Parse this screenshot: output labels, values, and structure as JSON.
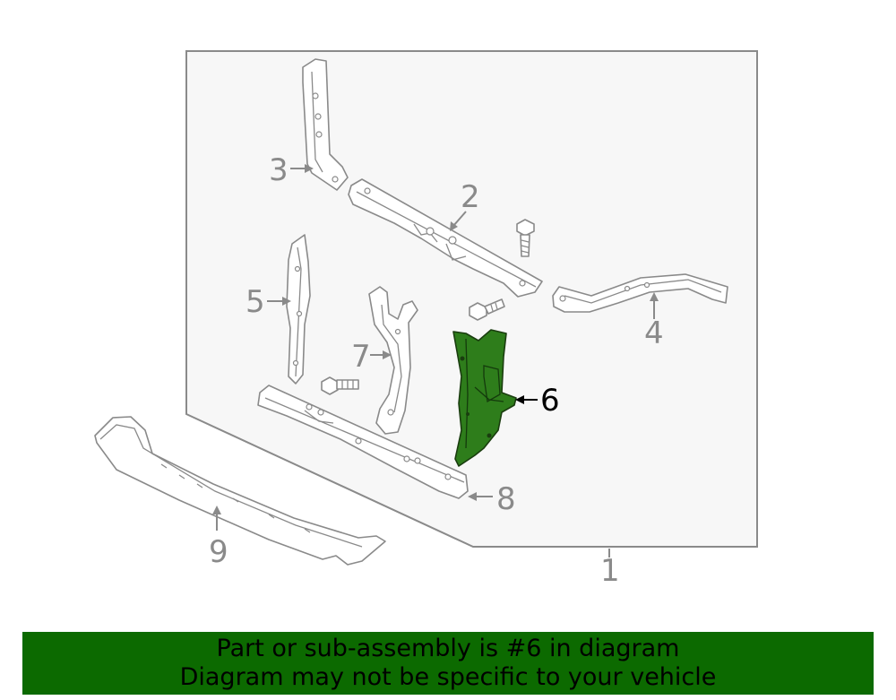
{
  "callouts": {
    "n1": "1",
    "n2": "2",
    "n3": "3",
    "n4": "4",
    "n5": "5",
    "n6": "6",
    "n7": "7",
    "n8": "8",
    "n9": "9"
  },
  "highlight": {
    "part": "6",
    "color": "#2e7d1b"
  },
  "banner": {
    "line1": "Part or sub-assembly is #6 in diagram",
    "line2": "Diagram may not be specific to your vehicle",
    "color": "#0c6a00"
  }
}
